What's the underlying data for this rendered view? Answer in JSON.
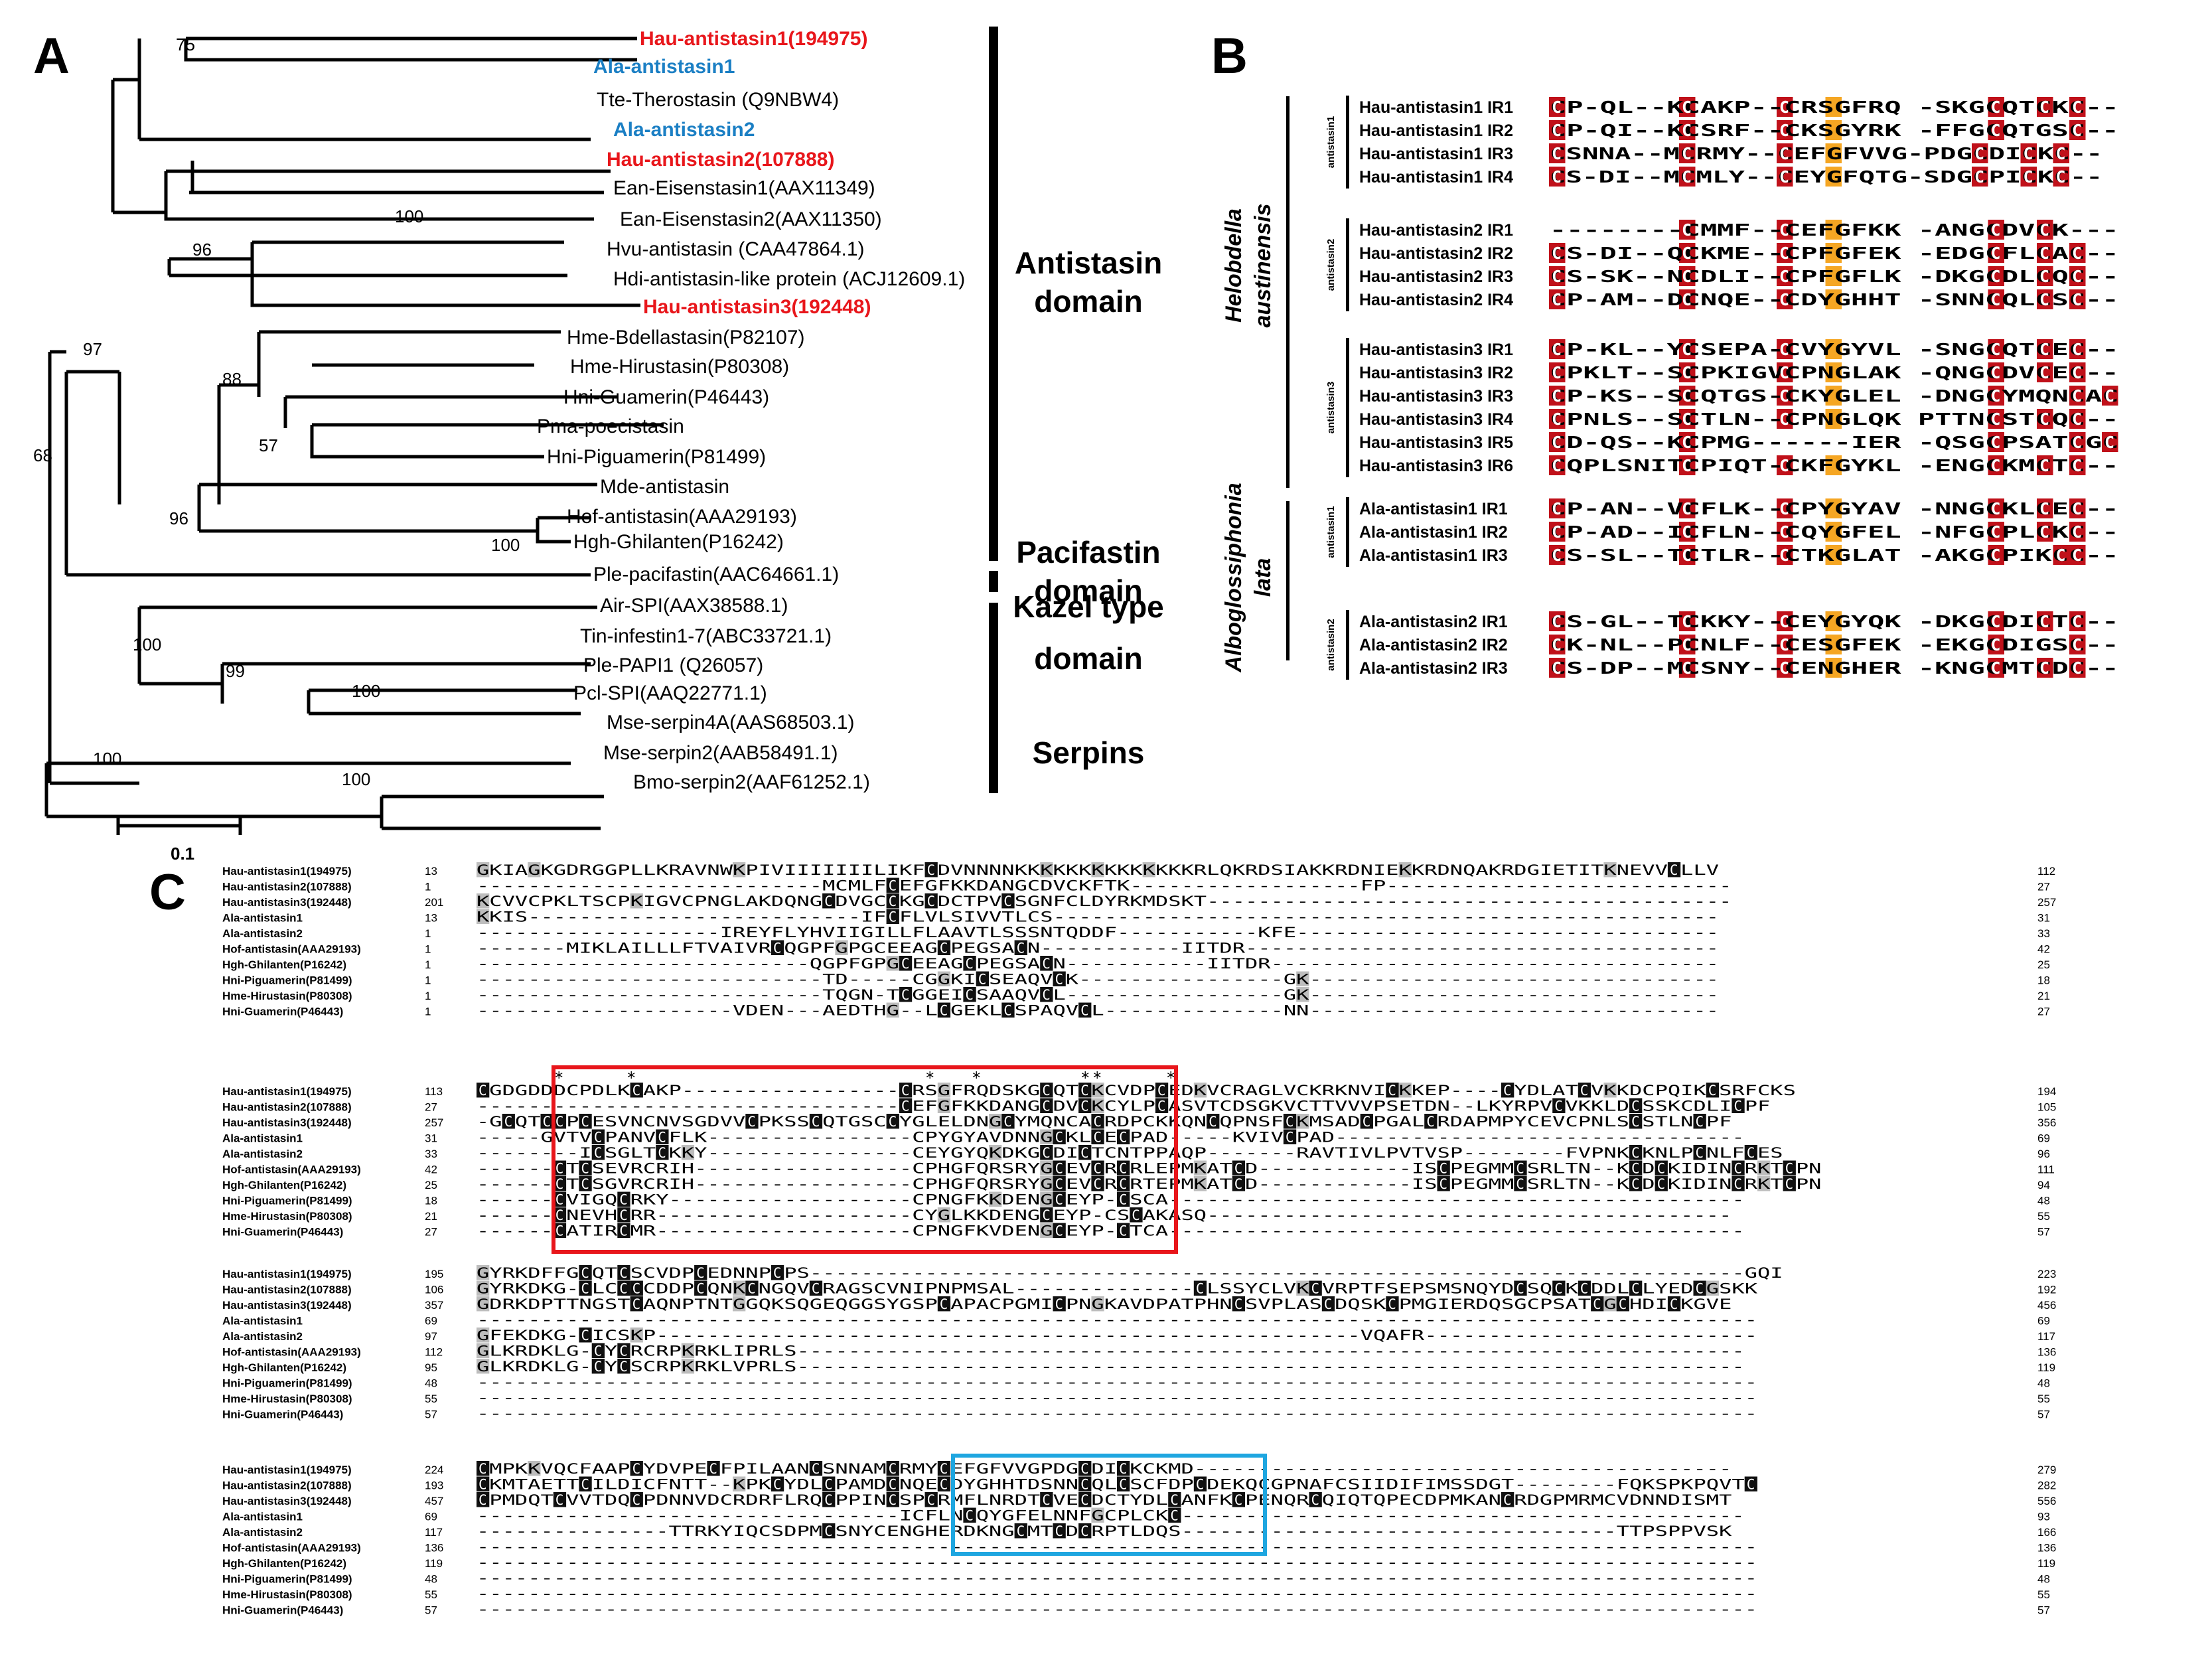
{
  "panels": {
    "a": "A",
    "b": "B",
    "c": "C"
  },
  "colors": {
    "red": "#e8161b",
    "blue": "#1b7fc4",
    "dark_red": "#c0111a",
    "orange": "#f5a623",
    "black": "#000000",
    "gray": "#9a9a9a",
    "box_red": "#e8161b",
    "box_blue": "#1ea6e0"
  },
  "tree": {
    "scale_label": "0.1",
    "taxa": [
      {
        "label": "Hau-antistasin1(194975)",
        "color": "red"
      },
      {
        "label": "Ala-antistasin1",
        "color": "blue"
      },
      {
        "label": "Tte-Therostasin (Q9NBW4)",
        "color": "black"
      },
      {
        "label": "Ala-antistasin2",
        "color": "blue"
      },
      {
        "label": "Hau-antistasin2(107888)",
        "color": "red"
      },
      {
        "label": "Ean-Eisenstasin1(AAX11349)",
        "color": "black"
      },
      {
        "label": "Ean-Eisenstasin2(AAX11350)",
        "color": "black"
      },
      {
        "label": "Hvu-antistasin (CAA47864.1)",
        "color": "black"
      },
      {
        "label": "Hdi-antistasin-like protein (ACJ12609.1)",
        "color": "black"
      },
      {
        "label": "Hau-antistasin3(192448)",
        "color": "red"
      },
      {
        "label": "Hme-Bdellastasin(P82107)",
        "color": "black"
      },
      {
        "label": "Hme-Hirustasin(P80308)",
        "color": "black"
      },
      {
        "label": "Hni-Guamerin(P46443)",
        "color": "black"
      },
      {
        "label": "Pma-poecistasin",
        "color": "black"
      },
      {
        "label": "Hni-Piguamerin(P81499)",
        "color": "black"
      },
      {
        "label": "Mde-antistasin",
        "color": "black"
      },
      {
        "label": "Hof-antistasin(AAA29193)",
        "color": "black"
      },
      {
        "label": "Hgh-Ghilanten(P16242)",
        "color": "black"
      },
      {
        "label": "Ple-pacifastin(AAC64661.1)",
        "color": "black"
      },
      {
        "label": "Air-SPI(AAX38588.1)",
        "color": "black"
      },
      {
        "label": "Tin-infestin1-7(ABC33721.1)",
        "color": "black"
      },
      {
        "label": "Ple-PAPI1 (Q26057)",
        "color": "black"
      },
      {
        "label": "Pcl-SPI(AAQ22771.1)",
        "color": "black"
      },
      {
        "label": "Mse-serpin4A(AAS68503.1)",
        "color": "black"
      },
      {
        "label": "Mse-serpin2(AAB58491.1)",
        "color": "black"
      },
      {
        "label": "Bmo-serpin2(AAF61252.1)",
        "color": "black"
      }
    ],
    "bootstraps": [
      "75",
      "100",
      "96",
      "97",
      "88",
      "57",
      "68",
      "96",
      "100",
      "100",
      "99",
      "100",
      "100",
      "100"
    ],
    "groups": [
      {
        "lines": [
          "Antistasin",
          "domain"
        ]
      },
      {
        "lines": [
          "Pacifastin",
          "domain"
        ]
      },
      {
        "lines": [
          "Kazel type",
          "domain"
        ]
      },
      {
        "lines": [
          "Serpins"
        ]
      }
    ]
  },
  "panel_b": {
    "species": [
      {
        "name": "Helobdella austinensis",
        "lines": [
          "Helobdella",
          "austinensis"
        ]
      },
      {
        "name": "Alboglossiphonia lata",
        "lines": [
          "Alboglossiphonia",
          "lata"
        ]
      }
    ],
    "groups": [
      {
        "label": "antistasin1",
        "rows": [
          {
            "name": "Hau-antistasin1 IR1",
            "seq": "CP-QL--KCAKP--CRSGFRQ  -SKGCQTCKC--"
          },
          {
            "name": "Hau-antistasin1 IR2",
            "seq": "CP-QI--KCSRF--CKSGYRK  -FFGCQTGSC--"
          },
          {
            "name": "Hau-antistasin1 IR3",
            "seq": "CSNNA--MCRMY--CEFGFVVG-PDGCDICKC--"
          },
          {
            "name": "Hau-antistasin1 IR4",
            "seq": "CS-DI--MCMLY--CEYGFQTG-SDGCPICKC--"
          }
        ]
      },
      {
        "label": "antistasin2",
        "rows": [
          {
            "name": "Hau-antistasin2 IR1",
            "seq": "--------CMMF--CEFGFKK  -ANGCDVCK---"
          },
          {
            "name": "Hau-antistasin2 IR2",
            "seq": "CS-DI--QCKME--CPFGFEK  -EDGCFLCAC--"
          },
          {
            "name": "Hau-antistasin2 IR3",
            "seq": "CS-SK--NCDLI--CPFGFLK  -DKGCDLCQC--"
          },
          {
            "name": "Hau-antistasin2 IR4",
            "seq": "CP-AM--DCNQE--CDYGHHT  -SNNCQLCSC--"
          }
        ]
      },
      {
        "label": "antistasin3",
        "rows": [
          {
            "name": "Hau-antistasin3 IR1",
            "seq": "CP-KL--YCSEPA-CVYGYVL  -SNGCQTCEC--"
          },
          {
            "name": "Hau-antistasin3 IR2",
            "seq": "CPKLT--SCPKIGVCPNGLAK  -QNGCDVCEC--"
          },
          {
            "name": "Hau-antistasin3 IR3",
            "seq": "CP-KS--SCQTGS-CKYGLEL  -DNGCYMQNCAC"
          },
          {
            "name": "Hau-antistasin3 IR4",
            "seq": "CPNLS--SCTLN--CPNGLQK  PTTNCSTCQC--"
          },
          {
            "name": "Hau-antistasin3 IR5",
            "seq": "CD-QS--KCPMG------IER  -QSGCPSATCGC"
          },
          {
            "name": "Hau-antistasin3 IR6",
            "seq": "CQPLSNITCPIQT-CKFGYKL  -ENGCKMCTC--"
          }
        ]
      },
      {
        "label": "antistasin1",
        "rows": [
          {
            "name": "Ala-antistasin1 IR1",
            "seq": "CP-AN--VCFLK--CPYGYAV  -NNGCKLCEC--"
          },
          {
            "name": "Ala-antistasin1 IR2",
            "seq": "CP-AD--ICFLN--CQYGFEL  -NFGCPLCKC--"
          },
          {
            "name": "Ala-antistasin1 IR3",
            "seq": "CS-SL--TCTLR--CTKGLAT  -AKGCPIKCC--"
          }
        ]
      },
      {
        "label": "antistasin2",
        "rows": [
          {
            "name": "Ala-antistasin2 IR1",
            "seq": "CS-GL--TCKKY--CEYGYQK  -DKGCDICTC--"
          },
          {
            "name": "Ala-antistasin2 IR2",
            "seq": "CK-NL--PCNLF--CESGFEK  -EKGCDIGSC--"
          },
          {
            "name": "Ala-antistasin2 IR3",
            "seq": "CS-DP--MCSNY--CENGHER  -KNGCMTCDC--"
          }
        ]
      }
    ]
  },
  "panel_c": {
    "names": [
      "Hau-antistasin1(194975)",
      "Hau-antistasin2(107888)",
      "Hau-antistasin3(192448)",
      "Ala-antistasin1",
      "Ala-antistasin2",
      "Hof-antistasin(AAA29193)",
      "Hgh-Ghilanten(P16242)",
      "Hni-Piguamerin(P81499)",
      "Hme-Hirustasin(P80308)",
      "Hni-Guamerin(P46443)"
    ],
    "blocks": [
      {
        "starts": [
          "13",
          "1",
          "201",
          "13",
          "1",
          "1",
          "1",
          "1",
          "1",
          "1"
        ],
        "ends": [
          "112",
          "27",
          "257",
          "31",
          "33",
          "42",
          "25",
          "18",
          "21",
          "27"
        ],
        "seqs": [
          "GKIAGKGDRGGPLLKRAVNWKPIVIIIIIIILIKFCDVNNNNKKKKKKKKKKKKKKRLQKRDSIAKKRDNIEKKRDNQAKRDGIETITKNEVVCLLV",
          "---------------------------MCMLFCEFGFKKDANGCDVCKFTK------------------FP---------------------------",
          "KCVVCPKLTSCPKIGVCPNGLAKDQNGCDVGCCKGCDCTPVCSGNFCLDYRKMDSKT-----------------------------------------",
          "KKIS--------------------------IFCFLVLSIVVTLCS----------------------------------------------------",
          "-------------------IREYFLYHVIIGILLFLAAVTLSSSNTQDDF-----------KFE---------------------------------",
          "-------MIKLAILLLFTVAIVRCQGPFGPGCEEAGCPEGSACN-----------IITDR-------------------------------------",
          "--------------------------QGPFGPGCEEAGCPEGSACN-----------IITDR-----------------------------------",
          "---------------------------TD-----CGGKICSEAQVCK----------------GK--------------------------------",
          "---------------------------TQGN-TCGGEICSAAQVCL-----------------GK--------------------------------",
          "--------------------VDEN---AEDTHG--LCGEKLCSPAQVCL--------------NN--------------------------------"
        ]
      },
      {
        "starts": [
          "113",
          "27",
          "257",
          "31",
          "33",
          "42",
          "25",
          "18",
          "21",
          "27"
        ],
        "ends": [
          "194",
          "105",
          "356",
          "69",
          "96",
          "111",
          "94",
          "48",
          "55",
          "57"
        ],
        "seqs": [
          "CGDGDDDCPDLKCAKP-----------------CRSGFRQDSKGCQTCKCVDPCEDKVCRAGLVCKRKNVICKKEP----CYDLATCVKKDCPQIKCSRFCKS",
          "---------------------------------CEFGFKKDANGCDVCKCYLPCASVTCDSGKVCTTVVVPSETDN--LKYRPVCVKKLDCSSKCDLICPF",
          "-GCQTCCPCESVNCNVSGDVVCPKSSCQTGSCCYGLELDNGCYMQNCACRDPCKKQNCQPNSFCKMSADCPGALCRDAPMPYCEVCPNLSCSTLNCPF",
          "-----GVTVCPANVCFLK----------------CPYGYAVDNNGCKLCECPAD-----KVIVCPAD--------------------------------",
          "--------ICSGLTCKKY----------------CEYGYQKDKGCDICTCNTPPAQP-------RAVTIVLPVTVSP--------FVPNKCKNLPCNLFCES",
          "------CTCSEVRCRIH-----------------CPHGFQRSRYGCEVCRCRLEPMKATCD------------ISCPEGMMCSRLTN--KCDCKIDINCRKTCPN",
          "------CTCSGVRCRIH-----------------CPHGFQRSRYGCEVCRCRTEPMKATCD------------ISCPEGMMCSRLTN--KCDCKIDINCRKTCPN",
          "------CVIGQCRKY-------------------CPNGFKKDENGCEYP-CSCA---------------------------------------------",
          "------CNEVHCRR--------------------CYGLKKDENGCEYP-CSCAKASQ-----------------------------------------",
          "------CATIRCMR--------------------CPNGFKVDENGCEYP-CTCA---------------------------------------------"
        ]
      },
      {
        "starts": [
          "195",
          "106",
          "357",
          "69",
          "97",
          "112",
          "95",
          "48",
          "55",
          "57"
        ],
        "ends": [
          "223",
          "192",
          "456",
          "69",
          "117",
          "136",
          "119",
          "48",
          "55",
          "57"
        ],
        "seqs": [
          "GYRKDFFGCQTCSCVDPCEDNNPCPS-------------------------------------------------------------------------GQI",
          "GYRKDKG-CLCCCCDDPCQNKCNGQVCRAGSCVNIPNPMSAL--------------CLSSYCLVKCVRPTFSEPSMSNQYDCSQCKCDDLCLYEDCGSKK",
          "GDRKDPTTNGSTCAQNPTNTGGQKSQGEQGGSYGSPCAPACPGMICPNGKAVDPATPHNCSVPLASCDQSKCPMGIERDQSGCPSATCGCHDICKGVE",
          "----------------------------------------------------------------------------------------------------",
          "GFEKDKG-CICSKP-------------------------------------------------------VQAFR--------------------------",
          "GLKRDKLG-CYCRCRPKRKLIPRLS--------------------------------------------------------------------------",
          "GLKRDKLG-CYCSCRPKRKLVPRLS--------------------------------------------------------------------------",
          "----------------------------------------------------------------------------------------------------",
          "----------------------------------------------------------------------------------------------------",
          "----------------------------------------------------------------------------------------------------"
        ]
      },
      {
        "starts": [
          "224",
          "193",
          "457",
          "69",
          "117",
          "136",
          "119",
          "48",
          "55",
          "57"
        ],
        "ends": [
          "279",
          "282",
          "556",
          "93",
          "166",
          "136",
          "119",
          "48",
          "55",
          "57"
        ],
        "seqs": [
          "CMPKKVQCFAAPCYDVPECFPILAANCSNNAMCRMYCEFGFVVGPDGCDICKCKMD------------------------------------------",
          "CKMTAETTCILDICFNTT--KPKCYDLCPAMDCNQECDYGHHTDSNNCQLCSCFDPCDEKQCGPNAFCSIIDIFIMSSDGT--------FQKSPKPQVTC",
          "CPMDQTCVVTDQCPDNNVDCRDRFLRQCPPINCSPCRMFLNRDTCVECDCTYDLCANFKCPENQRCQIQTQPECDPMKANCRDGPMRMCVDNNDISMT",
          "---------------------------------ICFLNCQYGFELNNFGCPLCKC--------------------------------------------",
          "---------------TTRKYIQCSDPMCSNYCENGHERDKNGCMTCDCRPTLDQS----------------------------------TTPSPPVSK",
          "----------------------------------------------------------------------------------------------------",
          "----------------------------------------------------------------------------------------------------",
          "----------------------------------------------------------------------------------------------------",
          "----------------------------------------------------------------------------------------------------",
          "----------------------------------------------------------------------------------------------------"
        ]
      }
    ]
  }
}
